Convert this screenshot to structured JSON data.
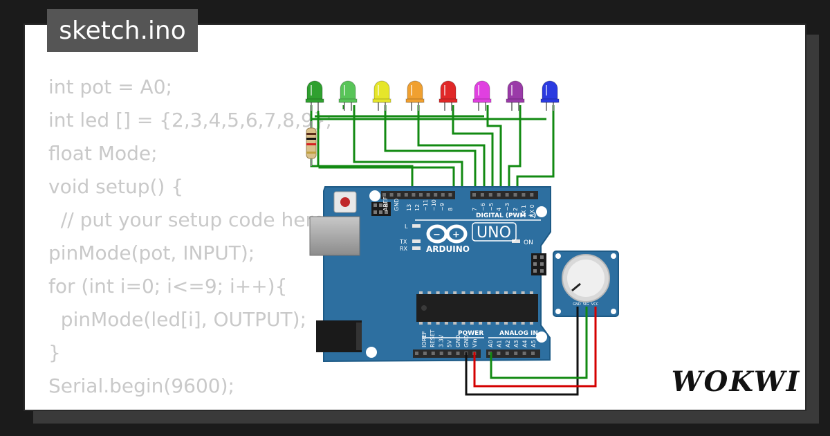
{
  "title": "sketch.ino",
  "code_lines": [
    "int pot = A0;",
    "int led [] = {2,3,4,5,6,7,8,9};",
    "float Mode;",
    "void setup() {",
    "  // put your setup code here",
    "pinMode(pot, INPUT);",
    "for (int i=0; i<=9; i++){",
    "  pinMode(led[i], OUTPUT);",
    "}",
    "Serial.begin(9600);",
    "}"
  ],
  "brand": "WOKWI",
  "board": {
    "logo_text": "UNO",
    "brand_text": "ARDUINO",
    "digital_label": "DIGITAL (PWM ~)",
    "power_label": "POWER",
    "analog_label": "ANALOG IN",
    "on_label": "ON",
    "l_label": "L",
    "tx_label": "TX",
    "rx_label": "RX",
    "digital_pins": [
      "AREF",
      "GND",
      "13",
      "12",
      "~11",
      "~10",
      "~9",
      "8",
      "7",
      "~6",
      "~5",
      "4",
      "~3",
      "2",
      "TX 1",
      "RX 0"
    ],
    "power_pins": [
      "IOREF",
      "RESET",
      "3.3V",
      "5V",
      "GND",
      "GND",
      "Vin"
    ],
    "analog_pins": [
      "A0",
      "A1",
      "A2",
      "A3",
      "A4",
      "A5"
    ]
  },
  "potentiometer": {
    "pin_labels": [
      "GND",
      "SIG",
      "VCC"
    ]
  },
  "led_colors": [
    "#2fa02f",
    "#58c458",
    "#e6e62a",
    "#f0a030",
    "#e02828",
    "#e040e0",
    "#9a3aa8",
    "#2a3ae0"
  ],
  "colors": {
    "board": "#2d6fa0",
    "wire_green": "#128a12",
    "wire_red": "#d40000",
    "wire_black": "#111111",
    "code_text": "#c9c9c9"
  }
}
